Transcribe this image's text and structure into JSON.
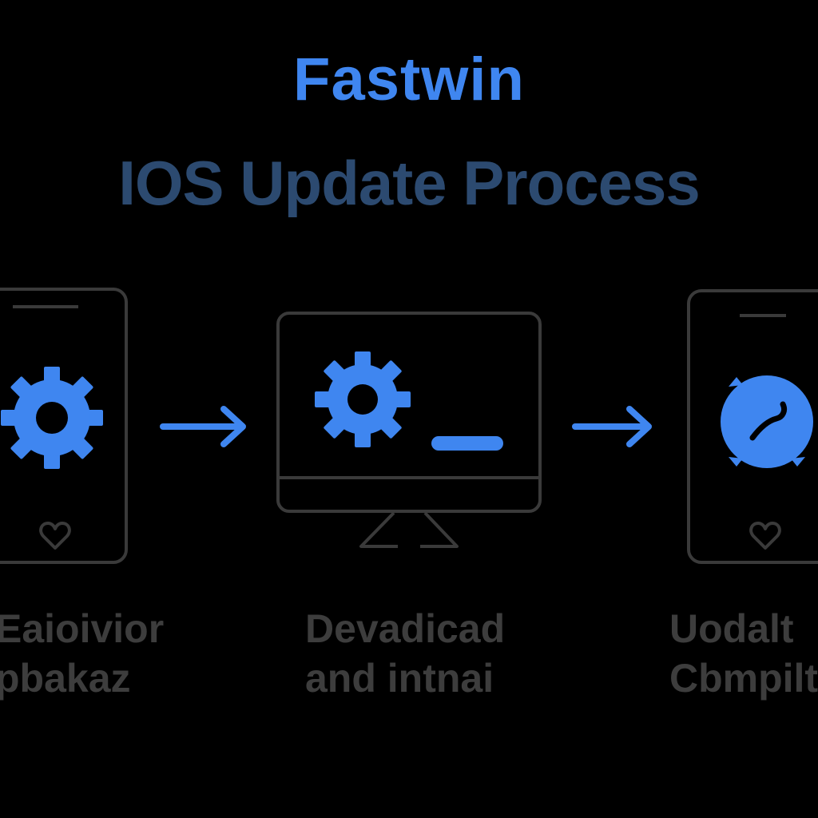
{
  "header": {
    "brand": "Fastwin",
    "title": "IOS Update Process"
  },
  "steps": [
    {
      "icon": "gear-icon",
      "device": "phone",
      "label_line1": "Eaioivior",
      "label_line2": "pbakaz"
    },
    {
      "icon": "gear-icon",
      "device": "monitor",
      "label_line1": "Devadicad",
      "label_line2": "and intnai"
    },
    {
      "icon": "compass-icon",
      "device": "phone",
      "label_line1": "Uodalt",
      "label_line2": "Cbmpilt"
    }
  ],
  "colors": {
    "background": "#000000",
    "brand": "#3f86f0",
    "title": "#2c4a70",
    "accent": "#3f86f0",
    "outline": "#3a3a3a",
    "label": "#3d3d3d"
  }
}
